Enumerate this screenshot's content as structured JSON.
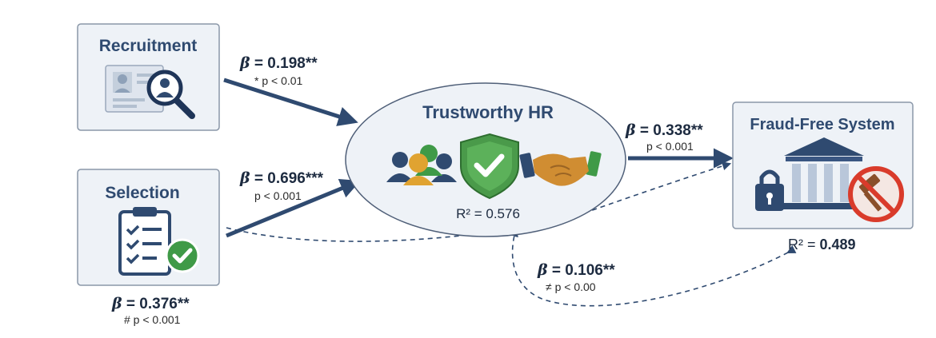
{
  "nodes": {
    "recruitment": {
      "title": "Recruitment"
    },
    "selection": {
      "title": "Selection"
    },
    "trustworthy": {
      "title": "Trustworthy HR",
      "r2": "R² = 0.576"
    },
    "fraud": {
      "title": "Fraud-Free System",
      "r2_label": "R² = ",
      "r2_value": "0.489"
    }
  },
  "paths": {
    "recruitment_to_trust": {
      "beta": "β",
      "coef": " = 0.198**",
      "p": "* p < 0.01"
    },
    "selection_to_trust": {
      "beta": "β",
      "coef": " = 0.696***",
      "p": "p < 0.001"
    },
    "trust_to_fraud": {
      "beta": "β",
      "coef": " = 0.338**",
      "p": "p < 0.001"
    },
    "selection_indirect": {
      "beta": "β",
      "coef": " = 0.376**",
      "p": "# p < 0.001"
    },
    "indirect_loop": {
      "beta": "β",
      "coef": " = 0.106**",
      "p": "≠ p < 0.00"
    }
  },
  "colors": {
    "arrow": "#2f4a70",
    "box_fill": "#eef2f7",
    "box_stroke": "#8a97a8",
    "shield": "#4a9a4a",
    "no_sign": "#d93b2b"
  }
}
